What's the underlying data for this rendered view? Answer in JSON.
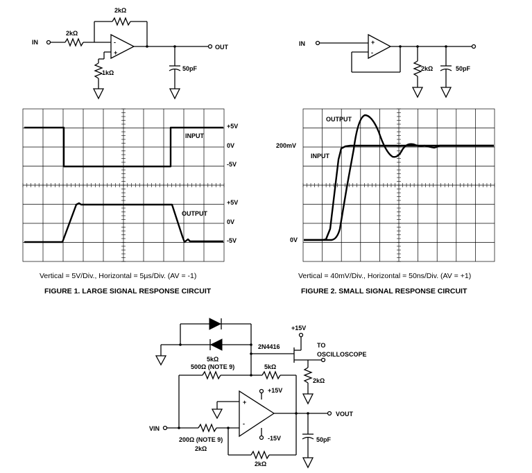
{
  "figure1": {
    "circuit": {
      "in_label": "IN",
      "out_label": "OUT",
      "r_in": "2kΩ",
      "r_feedback": "2kΩ",
      "r_ground": "1kΩ",
      "cap": "50pF"
    },
    "scope": {
      "input_label": "INPUT",
      "output_label": "OUTPUT",
      "top_levels": [
        "+5V",
        "0V",
        "-5V"
      ],
      "bottom_levels": [
        "+5V",
        "0V",
        "-5V"
      ]
    },
    "caption": "Vertical = 5V/Div., Horizontal = 5µs/Div. (AV = -1)",
    "title": "FIGURE 1.  LARGE SIGNAL RESPONSE CIRCUIT"
  },
  "figure2": {
    "circuit": {
      "in_label": "IN",
      "r_load": "2kΩ",
      "cap": "50pF"
    },
    "scope": {
      "output_label": "OUTPUT",
      "input_label": "INPUT",
      "level_high": "200mV",
      "level_low": "0V"
    },
    "caption": "Vertical = 40mV/Div., Horizontal = 50ns/Div. (AV = +1)",
    "title": "FIGURE 2.  SMALL SIGNAL RESPONSE CIRCUIT"
  },
  "figure3": {
    "supply_pos": "+15V",
    "supply_neg": "-15V",
    "fet": "2N4416",
    "to_scope_1": "TO",
    "to_scope_2": "OSCILLOSCOPE",
    "r_top_1": "5kΩ",
    "r_top_2": "500Ω (NOTE 9)",
    "r_right": "5kΩ",
    "r_source": "2kΩ",
    "opamp_supply": "+15V",
    "opamp_supply_neg": "-15V",
    "vin": "VIN",
    "vout": "VOUT",
    "r_in_1": "200Ω (NOTE 9)",
    "r_in_2": "2kΩ",
    "r_fb": "2kΩ",
    "cap": "50pF",
    "plus": "+",
    "minus": "-"
  }
}
